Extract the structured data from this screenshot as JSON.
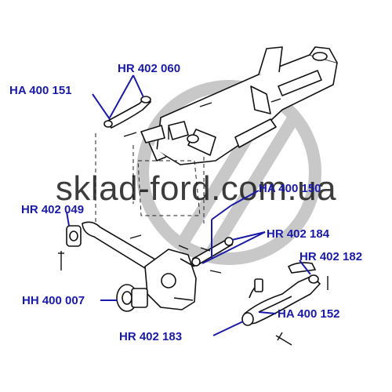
{
  "watermark": {
    "text": "sklad-ford.com.ua",
    "emblem": "circle-slash-logo"
  },
  "labels": {
    "hr_402_060": "HR 402 060",
    "ha_400_151": "HA 400 151",
    "ha_400_150": "HA 400 150",
    "hr_402_049": "HR 402 049",
    "hr_402_184": "HR 402 184",
    "hr_402_182": "HR 402 182",
    "hh_400_007": "HH 400 007",
    "ha_400_152": "HA 400 152",
    "hr_402_183": "HR 402 183"
  },
  "colors": {
    "label": "#1a1aa8",
    "leader": "#1a1aa8",
    "drawing": "#111111",
    "watermark_emblem": "#c8c8c8"
  }
}
